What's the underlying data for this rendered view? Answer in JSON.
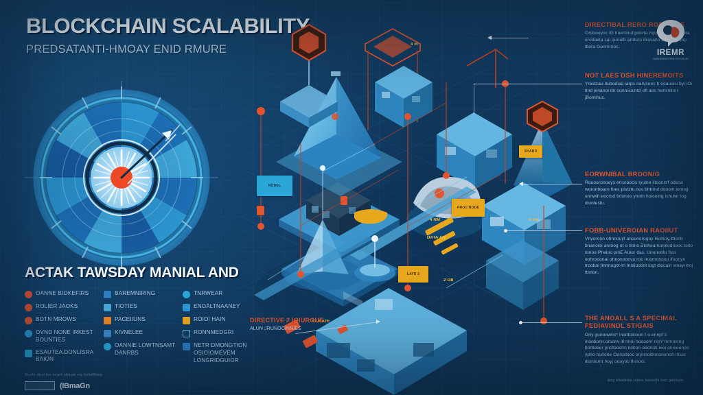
{
  "header": {
    "title": "BLOCKCHAIN SCALABILITY",
    "subtitle": "PREDSATANTI-HMOAY ENID RMURE"
  },
  "brand": {
    "logo_icon": "speech-bubble-logo-icon",
    "name": "IREMR",
    "tagline": "SUBLENHATIORN GROLBURI"
  },
  "target_diagram": {
    "icon": "radial-target-icon",
    "center_color": "#ef4a26",
    "ring_colors": [
      "#1b74c4",
      "#2e9bd8",
      "#5cc3ea",
      "#1559a0"
    ],
    "arrow_icon": "arrow-to-bullseye-icon",
    "segments": 12
  },
  "legend": {
    "heading": "ACTAK TAWSDAY MANIAL AND",
    "footnote": "Tesife dpal loo ovarti sbluak mg fortstifoep",
    "badge_mark": "(IBmaGn",
    "columns": [
      {
        "items": [
          {
            "icon": "orange-circle-icon",
            "color": "#e2552f",
            "shape": "round",
            "label": "OANNE BIOKEFIRS"
          },
          {
            "icon": "orange-circle-icon",
            "color": "#e2552f",
            "shape": "round",
            "label": "ROLIER JAOKS"
          },
          {
            "icon": "orange-circle-icon",
            "color": "#e2552f",
            "shape": "round",
            "label": "BOTN MROWS"
          },
          {
            "icon": "blue-circle-icon",
            "color": "#2e9bd8",
            "shape": "round",
            "label": "OVND NONE IRKEST BOUNTIES"
          },
          {
            "icon": "blue-square-icon",
            "color": "#2aa7d8",
            "shape": "sq",
            "label": "ESAUTEA DONLISRA BAION"
          }
        ]
      },
      {
        "items": [
          {
            "icon": "blue-square-icon",
            "color": "#2e7fc4",
            "shape": "sq",
            "label": "BAREMNIRING"
          },
          {
            "icon": "blue-square-icon",
            "color": "#4aa8dc",
            "shape": "sq",
            "label": "TIOTIES"
          },
          {
            "icon": "orange-square-icon",
            "color": "#e8862a",
            "shape": "sq",
            "label": "PACEIIUNS"
          },
          {
            "icon": "blue-square-icon",
            "color": "#3a87c8",
            "shape": "sq",
            "label": "KIVNELEE"
          },
          {
            "icon": "blue-circle-icon",
            "color": "#2aa7d8",
            "shape": "round",
            "label": "OANNIE LOWTNSAMT DANRBS"
          }
        ]
      },
      {
        "items": [
          {
            "icon": "blue-circle-icon",
            "color": "#2aa7d8",
            "shape": "round",
            "label": "TNRWEAR"
          },
          {
            "icon": "blue-square-icon",
            "color": "#2e9bd8",
            "shape": "sq",
            "label": "ENOALTNAANEY"
          },
          {
            "icon": "orange-square-icon",
            "color": "#e8a81e",
            "shape": "sq",
            "label": "ROIOI HAIN"
          },
          {
            "icon": "blue-outline-icon",
            "color": "#6ec4e8",
            "shape": "sq",
            "label": "RONNMEDGRI"
          },
          {
            "icon": "blue-square-icon",
            "color": "#2e7fc4",
            "shape": "sq",
            "label": "NETR DMONGTION OSIOIOMEVEM LONGRIDGUIOR"
          }
        ]
      }
    ]
  },
  "notes": [
    {
      "id": "note-1",
      "heading": "DIRECTIBAL RERO ROBOAINS",
      "body": "Ordoooync iG hoertinuf pdorta myzntvdn troo hwta erodaina sai ounatb artituro dravano Erotoogluep ibora Gonmrooc."
    },
    {
      "id": "note-2",
      "heading": "NOT LAES DSH HINEREMOITS",
      "body": "Yrestzau itubodiaa iarps narvsees b eoauoru byi iOi tind jenanoi dn ounn/iocntd oft aos heminiton jBomihuc."
    },
    {
      "id": "note-3",
      "heading": "EORWNIBAL BROONIG",
      "body": "Rououronoeys erroraocis tyulne iitoonrzf odsna woronboaro foes pistzto.nos bhtrind dooom ionnig unnwih eocrod txtonoo ynotn hoiooing ishutei tog diontestu."
    },
    {
      "id": "note-4",
      "heading": "FOBB-UNIVEROIAN RAOIIUT",
      "body": "Vnyoroon ohnnouyl anconorogoy Romoy,ittionb bnanoioi anroog ot o nbno Btoheu/runotodnooc toito tonoo Pheioo pinE Atoor das. Unononto fnoi oohrooonai ohnonoonvu roo Iniomnnoou ifoonyn trooboi tinnnogot-tri Inoliuotiot iogt diocain woayrinoj ttinton."
    },
    {
      "id": "note-5",
      "heading": "THE ANOALL S A SPECIMAL FEDIAVINDL STIGAIS",
      "body": "Griy gunoowns* inontoinoon t-o ennpf ii inonbonn.orsonv iti nnoi noooom riioY fornolong bontober pnotooonn tiohon ooonoti nioi oniooonoo ypho hurione Ooroiliooc orynnoitinnononoh rtiiuo diontornt hoyj oooyoti thinooi."
    }
  ],
  "note_footer": "ikoy trhotinnu.ntnnu bsoonhi tooi ganitum",
  "callout_bottom": {
    "heading": "DIRECTIVE 2 IOIUROUE",
    "body": "ALUN JRUNOCINNIES"
  },
  "scene": {
    "signs": [
      {
        "id": "sign-1",
        "text": "NODEL",
        "style": "cyan"
      },
      {
        "id": "sign-2",
        "text": "PROC NODE",
        "style": "amber"
      },
      {
        "id": "sign-3",
        "text": "LAYR 2",
        "style": "amber"
      },
      {
        "id": "sign-4",
        "text": "SHARD",
        "style": "amber"
      }
    ],
    "mini_labels": [
      {
        "id": "lbl-1",
        "text": "4 m"
      },
      {
        "id": "lbl-2",
        "text": "1 ms"
      },
      {
        "id": "lbl-3",
        "text": "4 NM"
      },
      {
        "id": "lbl-4",
        "text": "DATA AN"
      },
      {
        "id": "lbl-5",
        "text": "2 GB"
      },
      {
        "id": "lbl-6",
        "text": "TX RATE"
      }
    ],
    "node_color": "#e2552f",
    "structure_color": "#3a9ed4"
  }
}
